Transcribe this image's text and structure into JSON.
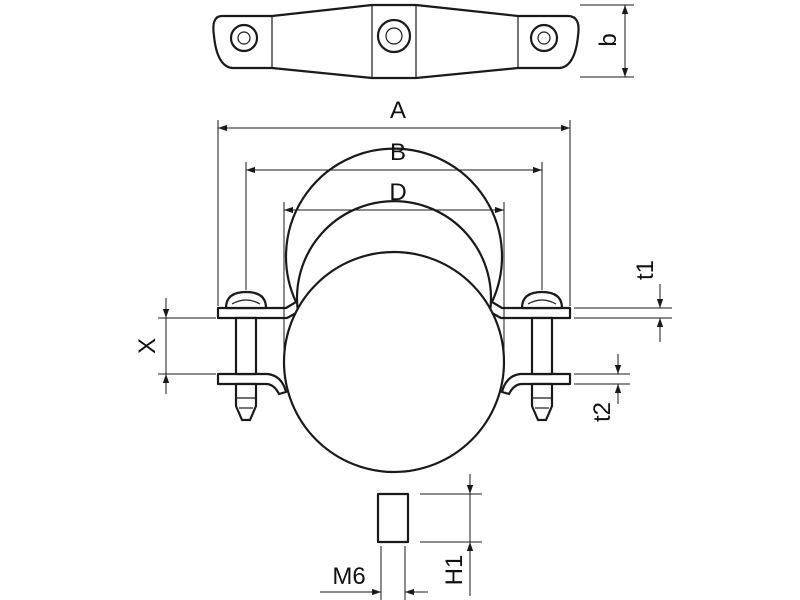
{
  "diagram": {
    "labels": {
      "A": "A",
      "B": "B",
      "D": "D",
      "b": "b",
      "t1": "t1",
      "t2": "t2",
      "X": "X",
      "M6": "M6",
      "H1": "H1"
    },
    "colors": {
      "line": "#1a1a1a",
      "background": "#ffffff"
    }
  }
}
